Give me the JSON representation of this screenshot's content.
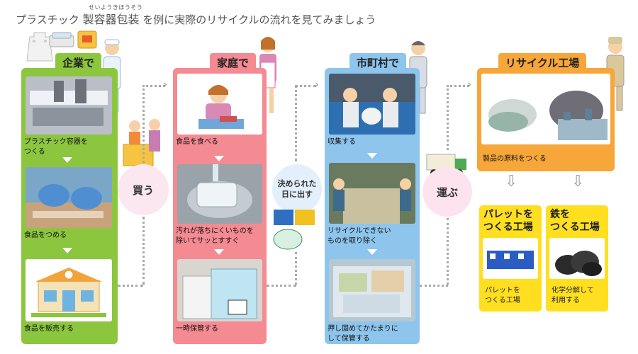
{
  "header": {
    "part1": "プラスチック",
    "ruby": "せいようきほうそう",
    "kanji": "製容器包装",
    "part2": "を例に実際のリサイクルの流れを見てみましょう"
  },
  "company": {
    "tag": "企業で",
    "steps": [
      {
        "caption": "プラスチック容器を\nつくる",
        "icon": "factory-line-photo"
      },
      {
        "caption": "食品をつめる",
        "icon": "food-packing-photo"
      },
      {
        "caption": "食品を販売する",
        "icon": "supermarket-icon"
      }
    ]
  },
  "buy": {
    "label": "買う"
  },
  "home": {
    "tag": "家庭で",
    "steps": [
      {
        "caption": "食品を食べる",
        "icon": "eating-photo"
      },
      {
        "caption": "汚れが落ちにくいものを\n除いてサッとすすぐ",
        "icon": "rinsing-photo"
      },
      {
        "caption": "一時保管する",
        "icon": "storage-box-photo"
      }
    ]
  },
  "put_out": {
    "label": "決められた\n日に出す"
  },
  "city": {
    "tag": "市町村で",
    "steps": [
      {
        "caption": "収集する",
        "icon": "collection-photo"
      },
      {
        "caption": "リサイクルできない\nものを取り除く",
        "icon": "sorting-photo"
      },
      {
        "caption": "押し固めてかたまりに\nして保管する",
        "icon": "bale-photo"
      }
    ]
  },
  "carry": {
    "label": "運ぶ"
  },
  "recycle_factory": {
    "tag": "リサイクル工場",
    "caption": "製品の原料をつくる",
    "icon": "pellets-photo"
  },
  "products": [
    {
      "title": "パレットを\nつくる工場",
      "caption": "パレットを\nつくる工場",
      "icon": "pallet-icon"
    },
    {
      "title": "鉄を\nつくる工場",
      "caption": "化学分解して\n利用する",
      "icon": "coke-icon"
    }
  ],
  "colors": {
    "company": "#8cc63f",
    "home": "#f48a92",
    "city": "#8ec5ec",
    "factory": "#f7a63a",
    "product": "#ffdf1f"
  }
}
